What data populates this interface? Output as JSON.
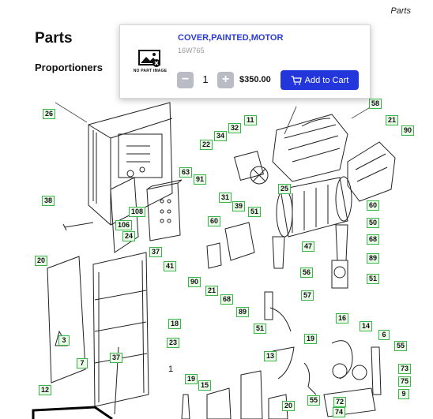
{
  "header": {
    "right_label": "Parts"
  },
  "page": {
    "title": "Parts",
    "section": "Proportioners"
  },
  "popup": {
    "part_name": "COVER,PAINTED,MOTOR",
    "part_number": "16W765",
    "no_image_text": "NO PART IMAGE",
    "quantity": "1",
    "minus_label": "−",
    "plus_label": "+",
    "price": "$350.00",
    "add_to_cart_label": "Add to Cart",
    "accent_color": "#2336dc"
  },
  "diagram": {
    "callouts": [
      "58",
      "26",
      "11",
      "21",
      "32",
      "90",
      "34",
      "22",
      "63",
      "91",
      "31",
      "39",
      "25",
      "51",
      "38",
      "108",
      "60",
      "60",
      "50",
      "106",
      "24",
      "68",
      "47",
      "89",
      "20",
      "37",
      "41",
      "90",
      "21",
      "68",
      "56",
      "57",
      "51",
      "89",
      "51",
      "18",
      "16",
      "14",
      "6",
      "23",
      "3",
      "19",
      "13",
      "55",
      "7",
      "37",
      "73",
      "75",
      "12",
      "19",
      "15",
      "55",
      "20",
      "74",
      "72",
      "9"
    ],
    "label_1": "1"
  }
}
